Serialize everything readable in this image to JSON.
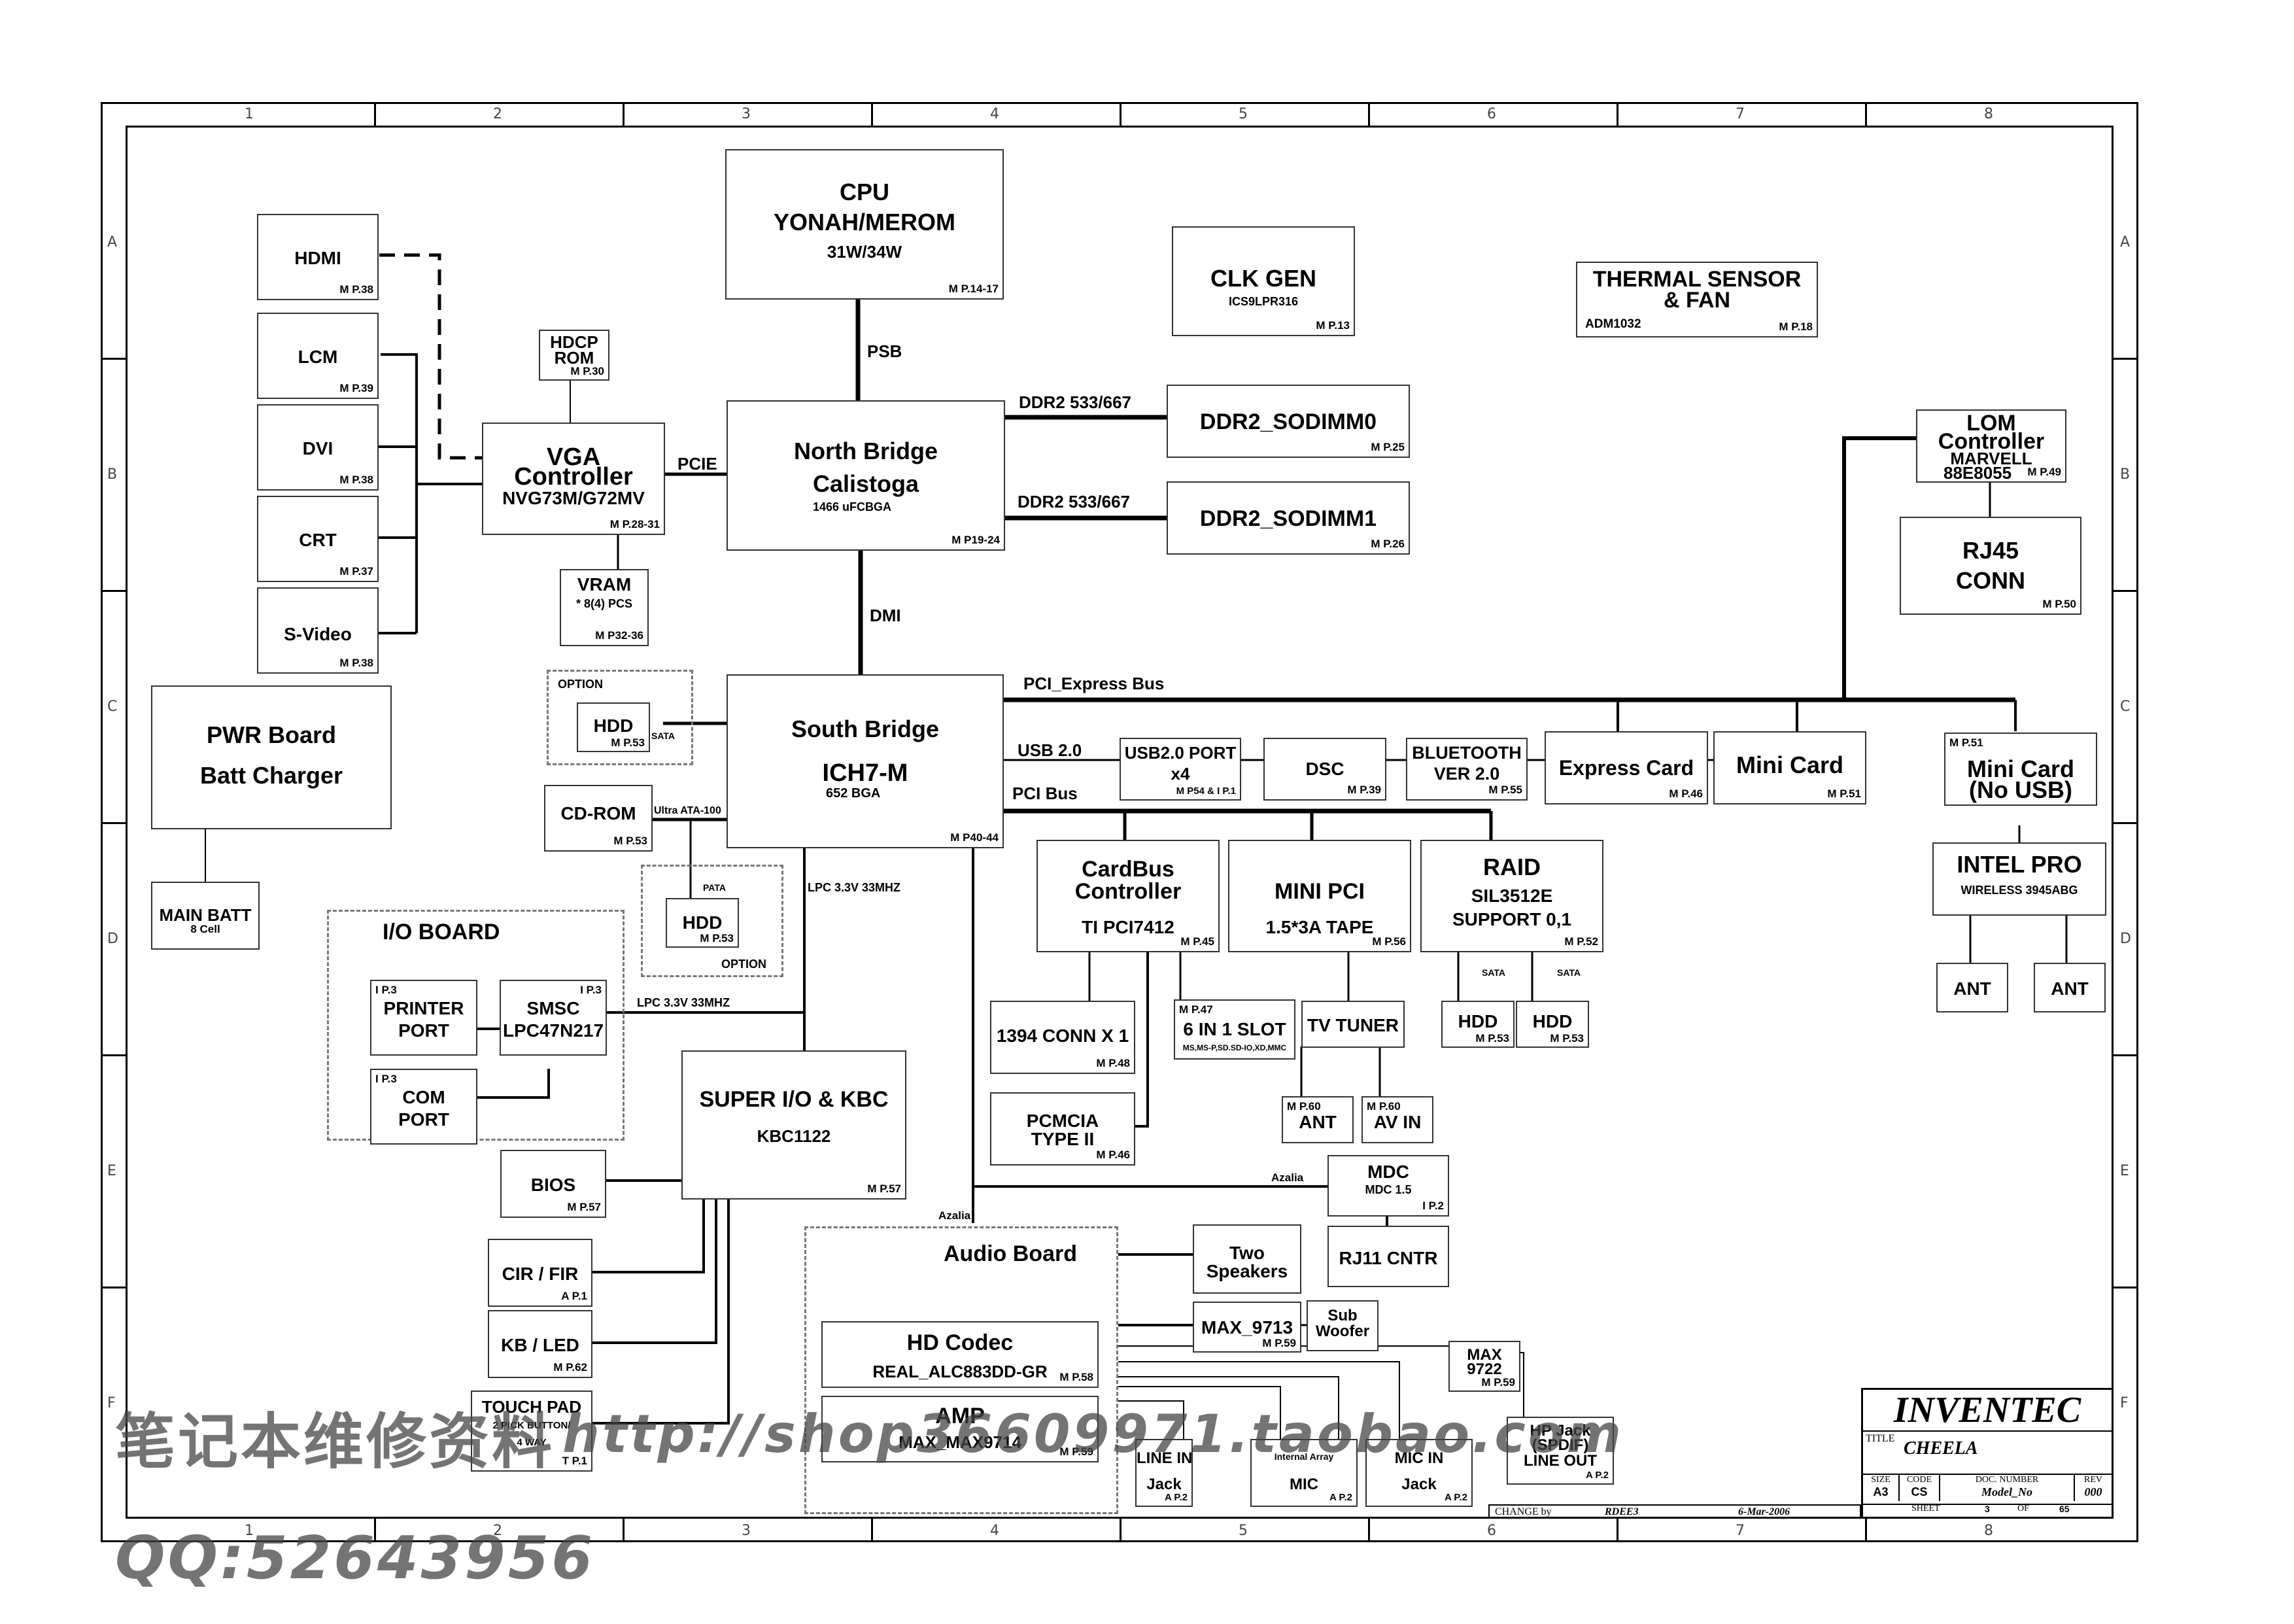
{
  "frame": {
    "columns": [
      "1",
      "2",
      "3",
      "4",
      "5",
      "6",
      "7",
      "8"
    ],
    "rows": [
      "A",
      "B",
      "C",
      "D",
      "E",
      "F"
    ]
  },
  "blocks": {
    "hdmi": {
      "title": "HDMI",
      "ref": "M P.38"
    },
    "lcm": {
      "title": "LCM",
      "ref": "M P.39"
    },
    "dvi": {
      "title": "DVI",
      "ref": "M P.38"
    },
    "crt": {
      "title": "CRT",
      "ref": "M P.37"
    },
    "svideo": {
      "title": "S-Video",
      "ref": "M P.38"
    },
    "hdcp": {
      "line1": "HDCP",
      "line2": "ROM",
      "ref": "M P.30"
    },
    "vga": {
      "line1": "VGA",
      "line2": "Controller",
      "line3": "NVG73M/G72MV",
      "ref": "M P.28-31"
    },
    "vram": {
      "title": "VRAM",
      "sub": "* 8(4) PCS",
      "ref": "M P32-36"
    },
    "cpu": {
      "line1": "CPU",
      "line2": "YONAH/MEROM",
      "line3": "31W/34W",
      "ref": "M P.14-17"
    },
    "nb": {
      "line1": "North Bridge",
      "line2": "Calistoga",
      "line3": "1466 uFCBGA",
      "ref": "M P19-24"
    },
    "clkgen": {
      "title": "CLK GEN",
      "sub": "ICS9LPR316",
      "ref": "M P.13"
    },
    "thermal": {
      "line1": "THERMAL SENSOR",
      "line2": "& FAN",
      "sub": "ADM1032",
      "ref": "M P.18"
    },
    "sodimm0": {
      "title": "DDR2_SODIMM0",
      "ref": "M P.25"
    },
    "sodimm1": {
      "title": "DDR2_SODIMM1",
      "ref": "M P.26"
    },
    "lom": {
      "line1": "LOM",
      "line2": "Controller",
      "line3": "MARVELL",
      "line4": "88E8055",
      "ref": "M P.49"
    },
    "rj45": {
      "line1": "RJ45",
      "line2": "CONN",
      "ref": "M P.50"
    },
    "sb": {
      "line1": "South Bridge",
      "line2": "ICH7-M",
      "line3": "652 BGA",
      "ref": "M P40-44"
    },
    "hdd_sata": {
      "option": "OPTION",
      "title": "HDD",
      "ref": "M P.53",
      "bus": "SATA"
    },
    "cdrom": {
      "title": "CD-ROM",
      "ref": "M P.53",
      "bus": "Ultra ATA-100"
    },
    "hdd_pata": {
      "option": "OPTION",
      "title": "HDD",
      "ref": "M P.53",
      "bus": "PATA"
    },
    "pwr": {
      "line1": "PWR Board",
      "line2": "Batt Charger"
    },
    "mainbatt": {
      "line1": "MAIN BATT",
      "line2": "8 Cell"
    },
    "ioboard": {
      "title": "I/O BOARD"
    },
    "printer": {
      "ref": "I P.3",
      "line1": "PRINTER",
      "line2": "PORT"
    },
    "smsc": {
      "ref": "I P.3",
      "line1": "SMSC",
      "line2": "LPC47N217"
    },
    "com": {
      "ref": "I P.3",
      "line1": "COM",
      "line2": "PORT"
    },
    "superio": {
      "line1": "SUPER I/O & KBC",
      "line2": "KBC1122",
      "ref": "M P.57"
    },
    "bios": {
      "title": "BIOS",
      "ref": "M P.57"
    },
    "cir": {
      "title": "CIR / FIR",
      "ref": "A P.1"
    },
    "kbled": {
      "title": "KB / LED",
      "ref": "M P.62"
    },
    "touchpad": {
      "line1": "TOUCH PAD",
      "line2": "2 PICK BUTTON/",
      "line3": "4 WAY",
      "ref": "T P.1"
    },
    "usbport": {
      "line1": "USB2.0 PORT",
      "line2": "x4",
      "ref": "M P54 & I P.1"
    },
    "dsc": {
      "title": "DSC",
      "ref": "M P.39"
    },
    "bluetooth": {
      "line1": "BLUETOOTH",
      "line2": "VER 2.0",
      "ref": "M P.55"
    },
    "expresscard": {
      "title": "Express Card",
      "ref": "M P.46"
    },
    "minicard": {
      "title": "Mini Card",
      "ref": "M P.51"
    },
    "minicard_nousb": {
      "ref": "M P.51",
      "line1": "Mini Card",
      "line2": "(No USB)"
    },
    "intelpro": {
      "title": "INTEL PRO",
      "sub": "WIRELESS 3945ABG"
    },
    "ant1": {
      "title": "ANT"
    },
    "ant2": {
      "title": "ANT"
    },
    "cardbus": {
      "line1": "CardBus",
      "line2": "Controller",
      "line3": "TI  PCI7412",
      "ref": "M P.45"
    },
    "minipci": {
      "line1": "MINI PCI",
      "line2": "1.5*3A TAPE",
      "ref": "M P.56"
    },
    "raid": {
      "line1": "RAID",
      "line2": "SIL3512E",
      "line3": "SUPPORT 0,1",
      "ref": "M P.52"
    },
    "conn1394": {
      "title": "1394 CONN X 1",
      "ref": "M P.48"
    },
    "pcmcia": {
      "line1": "PCMCIA",
      "line2": "TYPE II",
      "ref": "M P.46"
    },
    "sixin1": {
      "ref": "M P.47",
      "title": "6 IN 1 SLOT",
      "sub": "MS,MS-P,SD.SD-IO,XD,MMC"
    },
    "tvtuner": {
      "title": "TV TUNER"
    },
    "tv_ant": {
      "ref": "M P.60",
      "title": "ANT"
    },
    "tv_avin": {
      "ref": "M P.60",
      "title": "AV IN"
    },
    "raid_hdd1": {
      "title": "HDD",
      "ref": "M P.53"
    },
    "raid_hdd2": {
      "title": "HDD",
      "ref": "M P.53"
    },
    "mdc": {
      "title": "MDC",
      "sub": "MDC 1.5",
      "ref": "I P.2"
    },
    "rj11": {
      "title": "RJ11 CNTR"
    },
    "audioboard": {
      "title": "Audio  Board"
    },
    "hdcodec": {
      "line1": "HD Codec",
      "line2": "REAL_ALC883DD-GR",
      "ref": "M P.58"
    },
    "amp": {
      "line1": "AMP",
      "line2": "MAX_MAX9714",
      "ref": "M P.59"
    },
    "speakers": {
      "line1": "Two",
      "line2": "Speakers"
    },
    "max9713": {
      "title": "MAX_9713",
      "ref": "M P.59"
    },
    "subwoofer": {
      "line1": "Sub",
      "line2": "Woofer"
    },
    "max9722": {
      "line1": "MAX",
      "line2": "9722",
      "ref": "M P.59"
    },
    "linein": {
      "line1": "LINE IN",
      "line2": "Jack",
      "ref": "A P.2"
    },
    "intmic": {
      "line1": "Internal Array",
      "line2": "MIC",
      "ref": "A P.2"
    },
    "micin": {
      "line1": "MIC IN",
      "line2": "Jack",
      "ref": "A P.2"
    },
    "hpjack": {
      "line1": "HP Jack",
      "line2": "(SPDIF)",
      "line3": "LINE OUT",
      "ref": "A P.2"
    }
  },
  "buses": {
    "psb": "PSB",
    "pcie": "PCIE",
    "dmi": "DMI",
    "ddr_a": "DDR2 533/667",
    "ddr_b": "DDR2 533/667",
    "pci_express": "PCI_Express Bus",
    "usb": "USB 2.0",
    "pci": "PCI Bus",
    "lpc1": "LPC 3.3V 33MHZ",
    "lpc2": "LPC 3.3V 33MHZ",
    "azalia1": "Azalia",
    "azalia2": "Azalia",
    "sata1": "SATA",
    "sata2": "SATA"
  },
  "titleblock": {
    "company": "INVENTEC",
    "title_label": "TITLE",
    "title": "CHEELA",
    "size_label": "SIZE",
    "size": "A3",
    "code_label": "CODE",
    "code": "CS",
    "doc_label": "DOC. NUMBER",
    "doc": "Model_No",
    "rev_label": "REV",
    "rev": "000",
    "sheet_label": "SHEET",
    "sheet": "3",
    "of_label": "OF",
    "of": "65",
    "change_label": "CHANGE by",
    "change_by": "RDEE3",
    "date": "6-Mar-2006"
  },
  "watermark": {
    "line1": "笔记本维修资料",
    "url": "http://shop36609971.taobao.com",
    "qq": "QQ:52643956"
  }
}
